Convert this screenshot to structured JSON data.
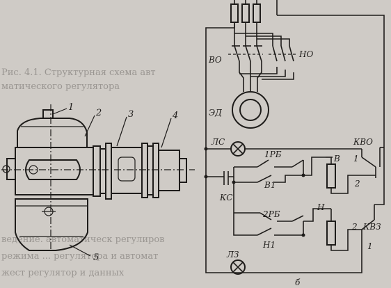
{
  "figure": {
    "subfigure_label": "б"
  },
  "left_drawing": {
    "callouts": [
      "1",
      "2",
      "3",
      "4",
      "5"
    ]
  },
  "schematic": {
    "labels": {
      "vo": "ВО",
      "no": "НО",
      "motor": "ЭД",
      "ls": "ЛС",
      "kvo": "КВО",
      "rb1": "1РБ",
      "v": "В",
      "v1": "В1",
      "ks": "КС",
      "rb2": "2РБ",
      "n": "Н",
      "kvz": "КВЗ",
      "n1": "Н1",
      "lz": "ЛЗ",
      "contact_1a": "1",
      "contact_2a": "2",
      "contact_2b": "2",
      "contact_1b": "1"
    }
  },
  "bleed_through": {
    "lines": [
      "Рис. 4.1. Структурная схема авт",
      "матического регулятора",
      "ведение. автоматическ регулиров",
      "режима ... регулятора и автомат",
      "жест регулятор и данных"
    ]
  }
}
